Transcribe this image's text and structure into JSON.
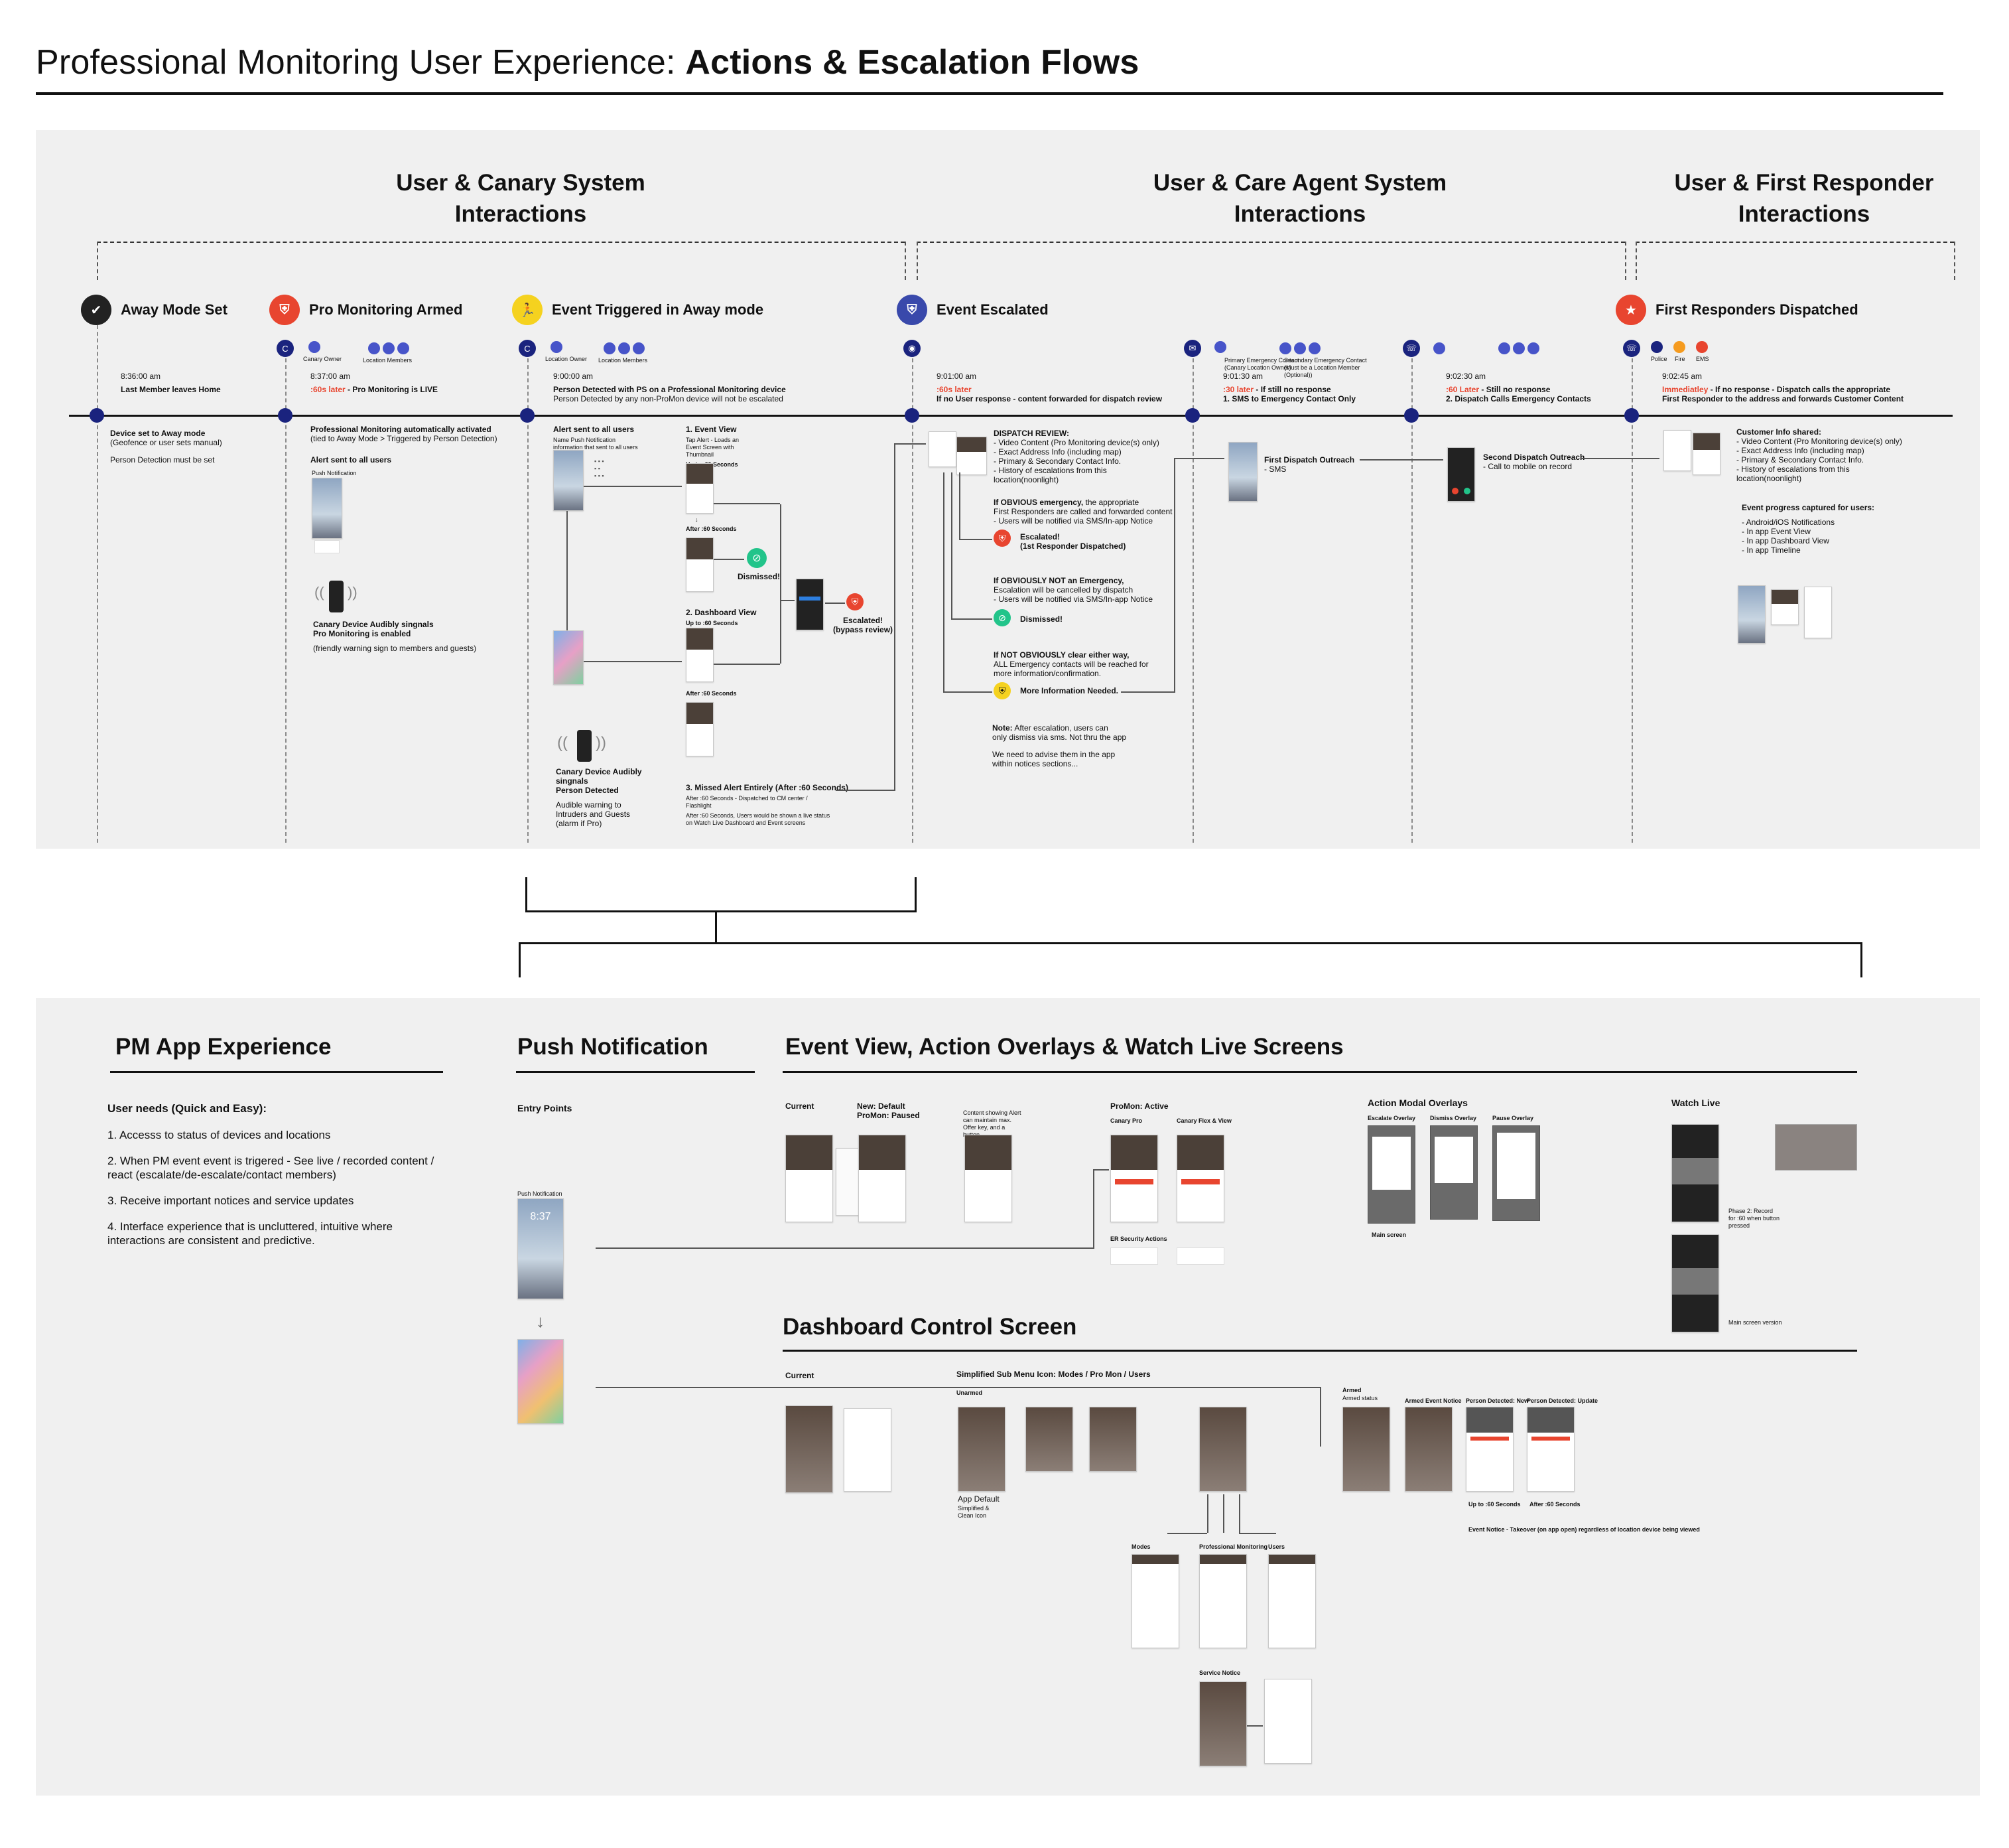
{
  "title": {
    "light": "Professional Monitoring User Experience: ",
    "bold": "Actions & Escalation Flows"
  },
  "sections": {
    "canary": "User & Canary System Interactions",
    "care": "User & Care Agent System Interactions",
    "responder": "User & First Responder Interactions"
  },
  "milestones": [
    {
      "label": "Away Mode Set",
      "color": "#222222",
      "icon": "shield-check-icon",
      "glyph": "✔"
    },
    {
      "label": "Pro Monitoring Armed",
      "color": "#e8452f",
      "icon": "shield-icon",
      "glyph": "⛨"
    },
    {
      "label": "Event Triggered in Away mode",
      "color": "#f5d21f",
      "icon": "running-person-icon",
      "glyph": "🏃"
    },
    {
      "label": "Event Escalated",
      "color": "#3949ab",
      "icon": "shield-icon",
      "glyph": "⛨"
    },
    {
      "label": "First Responders Dispatched",
      "color": "#e8452f",
      "icon": "badge-icon",
      "glyph": "★"
    }
  ],
  "user_labels": {
    "canary_owner": "Canary Owner",
    "location_members": "Location Members",
    "location_owner": "Location Owner",
    "primary_contact": "Primary Emergency Contact (Canary Location Owner)",
    "secondary_contact": "Secondary Emergency Contact (Must be a Location Member (Optional))",
    "police": "Police",
    "fire": "Fire",
    "ems": "EMS"
  },
  "events": {
    "e1": {
      "time": "8:36:00 am",
      "desc": "Last Member leaves Home"
    },
    "e2": {
      "time": "8:37:00 am",
      "lead": ":60s later",
      "desc": " - Pro Monitoring is LIVE"
    },
    "e3": {
      "time": "9:00:00 am",
      "desc": "Person Detected with PS on a Professional Monitoring device",
      "sub": "Person Detected by any non-ProMon device will not be escalated"
    },
    "e4": {
      "time": "9:01:00 am",
      "lead": ":60s later",
      "desc": "If no User response - content forwarded for dispatch review"
    },
    "e5": {
      "time": "9:01:30 am",
      "lead": ":30 later",
      "desc": " - If still no response",
      "sub": "1. SMS to Emergency Contact Only"
    },
    "e6": {
      "time": "9:02:30 am",
      "lead": ":60 Later",
      "desc": " - Still no response",
      "sub": "2. Dispatch Calls Emergency Contacts"
    },
    "e7": {
      "time": "9:02:45 am",
      "lead": "Immediatley",
      "desc": " - If no response - Dispatch calls the appropriate",
      "sub": "First Responder to the address and forwards Customer Content"
    }
  },
  "col1": {
    "l1": "Device set to Away mode",
    "l2": "(Geofence or user sets manual)",
    "l3": "Person Detection must be set"
  },
  "col2": {
    "l1": "Professional Monitoring automatically activated",
    "l2": "(tied to Away Mode > Triggered by Person Detection)",
    "alert": "Alert sent to all users",
    "push_label": "Push Notification",
    "audible1": "Canary Device Audibly singnals",
    "audible2": "Pro Monitoring is enabled",
    "audible3": "(friendly warning sign to members and guests)"
  },
  "col3": {
    "alert": "Alert sent to all users",
    "alert_sub": "Name Push Notification information that sent to all users",
    "ev_view": "1. Event View",
    "ev_view_sub": "Tap Alert - Loads an Event Screen with Thumbnail",
    "up_to": "Up to :60 Seconds",
    "after": "After :60 Seconds",
    "dashboard": "2. Dashboard View",
    "dismissed": "Dismissed!",
    "escalated": "Escalated!",
    "bypass": "(bypass review)",
    "missed": "3. Missed Alert Entirely (After :60 Seconds)",
    "missed_sub1": "After :60 Seconds - Dispatched to CM center / Flashlight",
    "missed_sub2": "After :60 Seconds, Users would be shown a live status on Watch Live Dashboard and Event screens",
    "audible1": "Canary Device Audibly",
    "audible2": "singnals",
    "audible3": "Person Detected",
    "audible4": "Audible warning to",
    "audible5": "Intruders and Guests",
    "audible6": "(alarm if Pro)"
  },
  "col4": {
    "review_title": "DISPATCH REVIEW:",
    "review": [
      "- Video Content (Pro Monitoring device(s) only)",
      "- Exact Address Info (including map)",
      "- Primary & Secondary Contact Info.",
      "- History of escalations from this location(noonlight)"
    ],
    "obvious1": "If OBVIOUS emergency,",
    "obvious2": " the appropriate",
    "obvious3": "First Responders are called and forwarded content",
    "obvious4": "- Users will be notified via SMS/In-app Notice",
    "escalated": "Escalated!",
    "first_resp": "(1st Responder Dispatched)",
    "not1": "If OBVIOUSLY NOT an Emergency,",
    "not2": "Escalation will be cancelled by dispatch",
    "not3": "- Users will be notified via SMS/In-app Notice",
    "dismissed": "Dismissed!",
    "unclear1": "If NOT OBVIOUSLY clear either way,",
    "unclear2": "ALL Emergency contacts will be reached for",
    "unclear3": "more information/confirmation.",
    "more_info": "More Information Needed.",
    "note_label": "Note:",
    "note1": " After escalation, users can",
    "note2": "only dismiss via sms. Not thru the app",
    "note3": "We need to advise them in the app",
    "note4": "within notices sections..."
  },
  "col5": {
    "outreach": "First Dispatch Outreach",
    "sms": "- SMS"
  },
  "col6": {
    "outreach": "Second Dispatch Outreach",
    "call": "- Call to mobile on record"
  },
  "col7": {
    "shared": "Customer Info shared:",
    "shared_items": [
      "- Video Content (Pro Monitoring device(s) only)",
      "- Exact Address Info (including map)",
      "- Primary & Secondary Contact Info.",
      "- History of escalations from this",
      "location(noonlight)"
    ],
    "progress": "Event progress captured for users:",
    "progress_items": [
      "- Android/iOS Notifications",
      "- In app Event View",
      "- In app  Dashboard View",
      "- In app Timeline"
    ]
  },
  "pm": {
    "head": "PM App Experience",
    "needs": "User needs (Quick and Easy):",
    "items": [
      "1.  Accesss to status of devices and locations",
      "2. When PM event event is trigered - See live / recorded content / react (escalate/de-escalate/contact members)",
      "3. Receive important notices and service updates",
      "4. Interface experience that is uncluttered, intuitive where interactions are consistent and predictive."
    ]
  },
  "push": {
    "head": "Push Notification",
    "entry": "Entry Points",
    "push_label": "Push Notification",
    "lock_time": "8:37"
  },
  "event_view": {
    "head": "Event View, Action Overlays & Watch Live Screens",
    "current": "Current",
    "new1": "New: Default",
    "new2": "ProMon: Paused",
    "new_note": "Content showing Alert can maintain max. Offer key, and a button",
    "promon_active": "ProMon: Active",
    "canary_pro": "Canary Pro",
    "canary_flex": "Canary Flex & View",
    "sec_actions": "ER Security Actions",
    "modal": "Action Modal Overlays",
    "escalate_overlay": "Escalate Overlay",
    "dismiss_overlay": "Dismiss Overlay",
    "pause_overlay": "Pause Overlay",
    "main_screen": "Main screen",
    "watch_live": "Watch Live",
    "phase2": "Phase 2: Record for :60 when button pressed",
    "main_screen2": "Main screen version"
  },
  "dashboard": {
    "head": "Dashboard Control Screen",
    "current": "Current",
    "simplified": "Simplified Sub Menu Icon: Modes / Pro Mon / Users",
    "unarmed": "Unarmed",
    "armed": "Armed",
    "armed_status": "Armed status",
    "app_default": "App Default",
    "app_default_sub": "Simplified & Clean Icon",
    "armed_notice": "Armed Event Notice",
    "person_new": "Person Detected: New",
    "person_update": "Person Detected: Update",
    "up_to": "Up to :60 Seconds",
    "after": "After :60 Seconds",
    "event_notice": "Event Notice - Takeover (on app open) regardless of location device being viewed",
    "modes": "Modes",
    "pro_monitoring": "Professional Monitoring",
    "users": "Users",
    "service_notice": "Service Notice"
  }
}
